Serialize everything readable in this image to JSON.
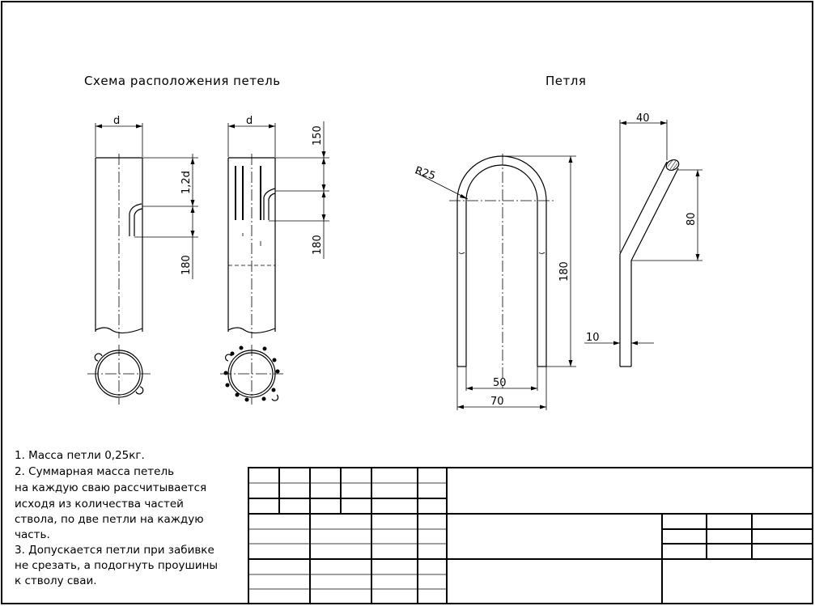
{
  "titles": {
    "scheme": "Схема расположения петель",
    "loop": "Петля"
  },
  "dims": {
    "d": "d",
    "d2": "d",
    "d12": "1,2d",
    "h180a": "180",
    "h150": "150",
    "h180b": "180",
    "r25": "R25",
    "h180c": "180",
    "w50": "50",
    "w70": "70",
    "w40": "40",
    "h80": "80",
    "t10": "10"
  },
  "notes": [
    "1. Масса петли 0,25кг.",
    "2. Суммарная масса петель",
    "на каждую сваю рассчитывается",
    "исходя из количества частей",
    "ствола, по две петли на каждую",
    "часть.",
    "3. Допускается петли при забивке",
    "не срезать, а подогнуть проушины",
    "к стволу сваи."
  ]
}
